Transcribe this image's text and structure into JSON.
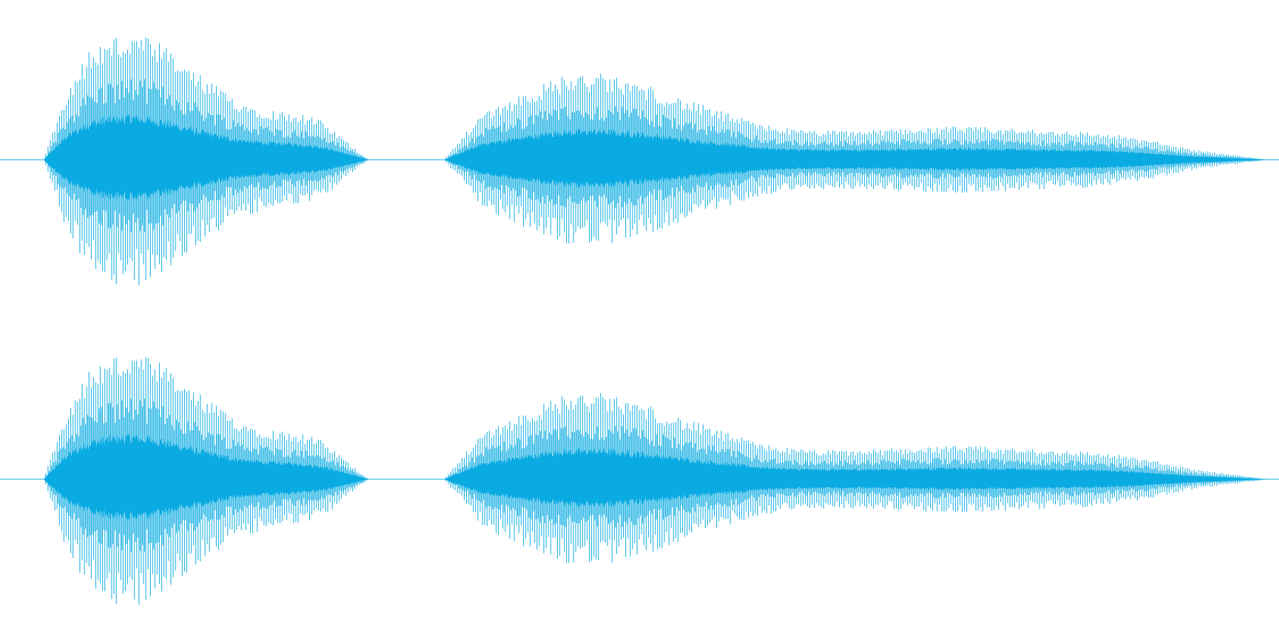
{
  "waveform": {
    "wave_color": "#0aabe2",
    "background_color": "#ffffff",
    "channels": [
      {
        "name": "channel-1",
        "segments": [
          {
            "start_fraction": 0.034,
            "end_fraction": 0.288,
            "peak_amplitude": 0.97,
            "envelope": [
              0.0,
              0.55,
              0.85,
              0.95,
              0.97,
              0.9,
              0.75,
              0.62,
              0.5,
              0.42,
              0.38,
              0.36,
              0.3,
              0.15,
              0.0
            ]
          },
          {
            "start_fraction": 0.347,
            "end_fraction": 0.992,
            "peak_amplitude": 0.8,
            "envelope": [
              0.0,
              0.45,
              0.62,
              0.78,
              0.8,
              0.72,
              0.58,
              0.46,
              0.34,
              0.28,
              0.27,
              0.28,
              0.3,
              0.31,
              0.3,
              0.28,
              0.27,
              0.24,
              0.18,
              0.1,
              0.05,
              0.0
            ]
          }
        ]
      },
      {
        "name": "channel-2",
        "segments": [
          {
            "start_fraction": 0.034,
            "end_fraction": 0.288,
            "peak_amplitude": 0.97,
            "envelope": [
              0.0,
              0.55,
              0.85,
              0.95,
              0.97,
              0.9,
              0.75,
              0.62,
              0.5,
              0.42,
              0.38,
              0.36,
              0.3,
              0.15,
              0.0
            ]
          },
          {
            "start_fraction": 0.347,
            "end_fraction": 0.992,
            "peak_amplitude": 0.8,
            "envelope": [
              0.0,
              0.45,
              0.62,
              0.78,
              0.8,
              0.72,
              0.58,
              0.46,
              0.34,
              0.28,
              0.27,
              0.28,
              0.3,
              0.31,
              0.3,
              0.28,
              0.27,
              0.24,
              0.18,
              0.1,
              0.05,
              0.0
            ]
          }
        ]
      }
    ]
  }
}
